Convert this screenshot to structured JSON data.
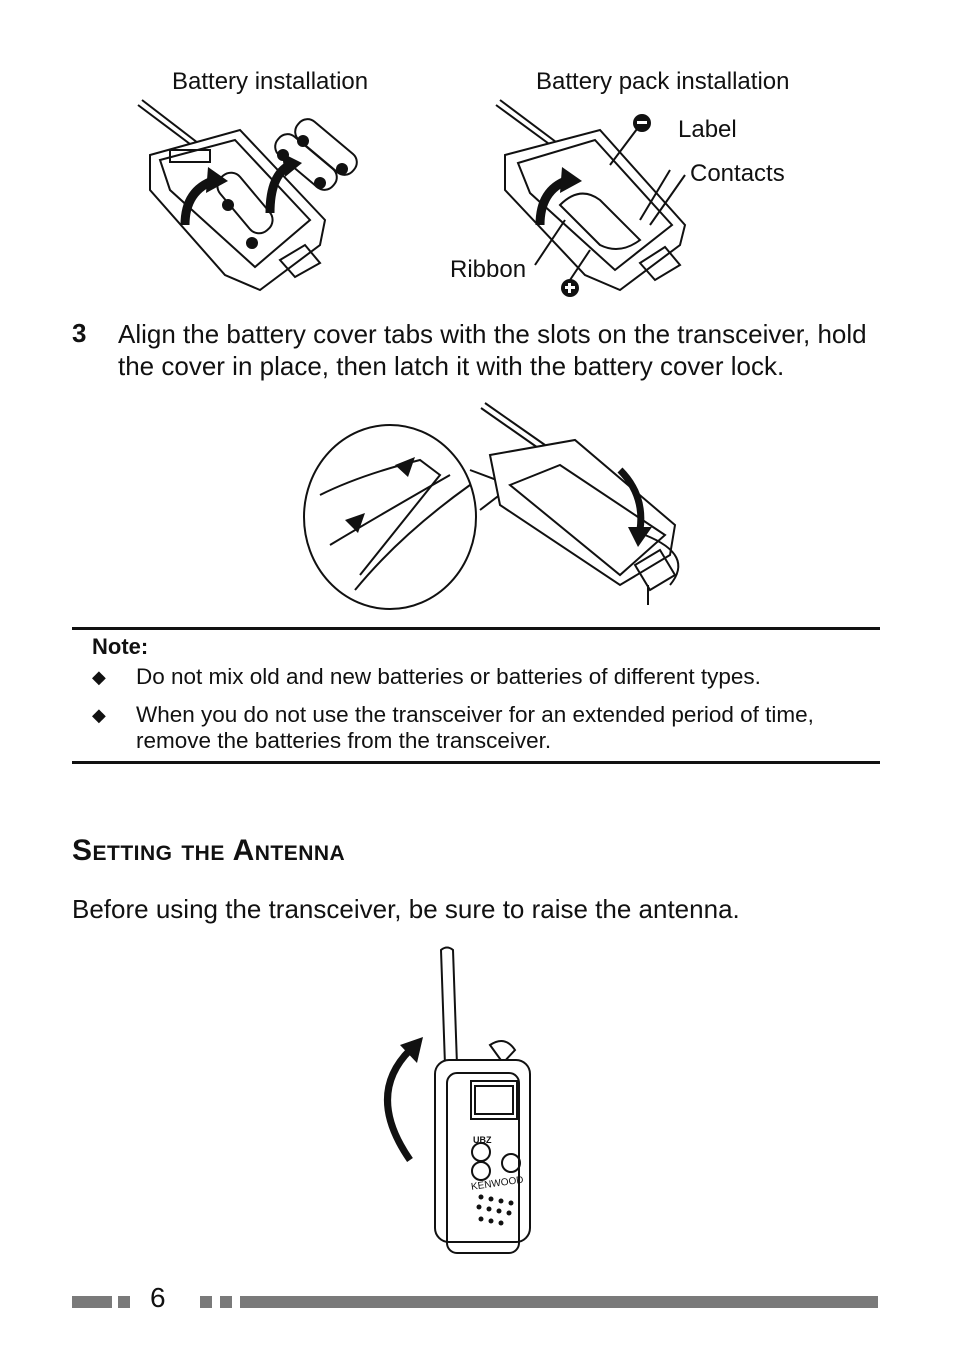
{
  "figure_top": {
    "battery_installation_label": "Battery installation",
    "battery_pack_installation_label": "Battery pack installation",
    "label_callout": "Label",
    "contacts_callout": "Contacts",
    "ribbon_callout": "Ribbon"
  },
  "step3": {
    "number": "3",
    "text": "Align the battery cover tabs with the slots on the transceiver, hold the cover in place, then latch it with the battery cover lock."
  },
  "note": {
    "title": "Note:",
    "items": [
      "Do not mix old and new batteries or batteries of different types.",
      "When you do not use the transceiver for an extended period of time, remove the batteries from the transceiver."
    ]
  },
  "section": {
    "heading": "Setting the Antenna",
    "intro": "Before using the transceiver, be sure to raise the antenna."
  },
  "radio_brand": "KENWOOD",
  "radio_model": "UBZ",
  "footer": {
    "page_number": "6"
  }
}
